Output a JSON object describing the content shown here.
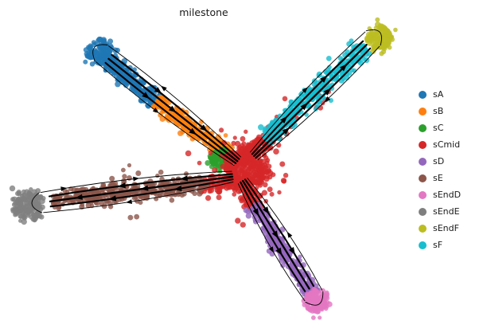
{
  "chart_data": {
    "type": "scatter",
    "title": "milestone",
    "axes_visible": false,
    "grid": false,
    "legend_position": "right",
    "background": "#ffffff",
    "stream_color": "#000000",
    "text_color": "#1a1a1a",
    "point_opacity": 0.8,
    "series": [
      {
        "name": "sA",
        "color": "#1f77b4",
        "segments": [
          {
            "from": [
              130,
              70
            ],
            "to": [
              196,
              128
            ],
            "spread": 13,
            "n": 280
          }
        ],
        "blobs": [
          {
            "c": [
              126,
              66
            ],
            "r": 16,
            "n": 110
          }
        ]
      },
      {
        "name": "sB",
        "color": "#ff7f0e",
        "segments": [
          {
            "from": [
              196,
              128
            ],
            "to": [
              288,
              195
            ],
            "spread": 12,
            "n": 270
          }
        ],
        "blobs": []
      },
      {
        "name": "sC",
        "color": "#2ca02c",
        "segments": [],
        "blobs": [
          {
            "c": [
              277,
              200
            ],
            "r": 13,
            "n": 90
          }
        ]
      },
      {
        "name": "sCmid",
        "color": "#d62728",
        "segments": [
          {
            "from": [
              292,
              202
            ],
            "to": [
              350,
              170
            ],
            "spread": 14,
            "n": 150
          },
          {
            "from": [
              306,
              226
            ],
            "to": [
              321,
              260
            ],
            "spread": 14,
            "n": 110
          },
          {
            "from": [
              300,
              226
            ],
            "to": [
              250,
              234
            ],
            "spread": 12,
            "n": 90
          },
          {
            "from": [
              336,
              175
            ],
            "to": [
              420,
              100
            ],
            "spread": 16,
            "n": 28
          }
        ],
        "blobs": [
          {
            "c": [
              309,
              213
            ],
            "r": 27,
            "n": 330
          },
          {
            "c": [
              310,
              214
            ],
            "r": 55,
            "n": 48
          }
        ]
      },
      {
        "name": "sD",
        "color": "#9467bd",
        "segments": [
          {
            "from": [
              318,
              258
            ],
            "to": [
              393,
              369
            ],
            "spread": 12,
            "n": 300
          }
        ],
        "blobs": []
      },
      {
        "name": "sE",
        "color": "#8c564b",
        "segments": [
          {
            "from": [
              262,
              230
            ],
            "to": [
              66,
              252
            ],
            "spread": 13,
            "n": 380
          }
        ],
        "blobs": [
          {
            "c": [
              160,
              240
            ],
            "r": 30,
            "n": 30
          }
        ]
      },
      {
        "name": "sEndD",
        "color": "#e377c2",
        "segments": [],
        "blobs": [
          {
            "c": [
              398,
              378
            ],
            "r": 14,
            "n": 120
          }
        ]
      },
      {
        "name": "sEndE",
        "color": "#7f7f7f",
        "segments": [],
        "blobs": [
          {
            "c": [
              36,
              258
            ],
            "r": 19,
            "n": 160
          }
        ]
      },
      {
        "name": "sEndF",
        "color": "#bcbd22",
        "segments": [],
        "blobs": [
          {
            "c": [
              478,
              47
            ],
            "r": 16,
            "n": 130
          }
        ]
      },
      {
        "name": "sF",
        "color": "#17becf",
        "segments": [
          {
            "from": [
              333,
              173
            ],
            "to": [
              459,
              59
            ],
            "spread": 14,
            "n": 330
          }
        ],
        "blobs": []
      }
    ],
    "streams": [
      {
        "name": "arm-A",
        "a": [
          303,
          206
        ],
        "b": [
          124,
          64
        ],
        "flow": "in",
        "tip_arc": true,
        "lines": [
          {
            "off": -15,
            "w": 0.9,
            "arrows": [
              0.55
            ],
            "rev": false
          },
          {
            "off": -7.5,
            "w": 2.1,
            "arrows": [
              0.32,
              0.68
            ],
            "rev": false
          },
          {
            "off": 0,
            "w": 2.3,
            "arrows": [
              0.5
            ],
            "rev": false
          },
          {
            "off": 7.5,
            "w": 2.1,
            "arrows": [
              0.28,
              0.64
            ],
            "rev": false
          },
          {
            "off": 15,
            "w": 0.9,
            "arrows": [
              0.6
            ],
            "rev": true
          }
        ]
      },
      {
        "name": "arm-F",
        "a": [
          315,
          200
        ],
        "b": [
          472,
          45
        ],
        "flow": "out",
        "tip_arc": true,
        "lines": [
          {
            "off": -15,
            "w": 0.9,
            "arrows": [
              0.5
            ],
            "rev": false
          },
          {
            "off": -7.5,
            "w": 2.1,
            "arrows": [
              0.3,
              0.66
            ],
            "rev": false
          },
          {
            "off": 0,
            "w": 2.3,
            "arrows": [
              0.45,
              0.8
            ],
            "rev": false
          },
          {
            "off": 7.5,
            "w": 2.1,
            "arrows": [
              0.26,
              0.62
            ],
            "rev": false
          },
          {
            "off": 15,
            "w": 0.9,
            "arrows": [
              0.55
            ],
            "rev": true
          }
        ]
      },
      {
        "name": "arm-E",
        "a": [
          298,
          221
        ],
        "b": [
          47,
          255
        ],
        "flow": "out",
        "tip_arc": true,
        "lines": [
          {
            "off": -7.5,
            "w": 2.1,
            "arrows": [
              0.3,
              0.66
            ],
            "rev": false
          },
          {
            "off": 0,
            "w": 2.3,
            "arrows": [
              0.48,
              0.84
            ],
            "rev": false
          },
          {
            "off": 7.5,
            "w": 2.1,
            "arrows": [
              0.26,
              0.6
            ],
            "rev": false
          },
          {
            "off": 15,
            "w": 0.9,
            "arrows": [
              0.5,
              0.88
            ],
            "rev": true
          },
          {
            "off": -15,
            "w": 0.9,
            "arrows": [
              0.55
            ],
            "rev": false
          }
        ]
      },
      {
        "name": "arm-D",
        "a": [
          302,
          222
        ],
        "b": [
          397,
          376
        ],
        "flow": "out",
        "tip_arc": true,
        "lines": [
          {
            "off": -15,
            "w": 0.9,
            "arrows": [
              0.52
            ],
            "rev": true
          },
          {
            "off": -7.5,
            "w": 2.1,
            "arrows": [
              0.3,
              0.68
            ],
            "rev": false
          },
          {
            "off": 0,
            "w": 2.3,
            "arrows": [
              0.5
            ],
            "rev": false
          },
          {
            "off": 7.5,
            "w": 2.1,
            "arrows": [
              0.27,
              0.63
            ],
            "rev": false
          },
          {
            "off": 15,
            "w": 0.9,
            "arrows": [
              0.55
            ],
            "rev": false
          }
        ]
      }
    ]
  }
}
